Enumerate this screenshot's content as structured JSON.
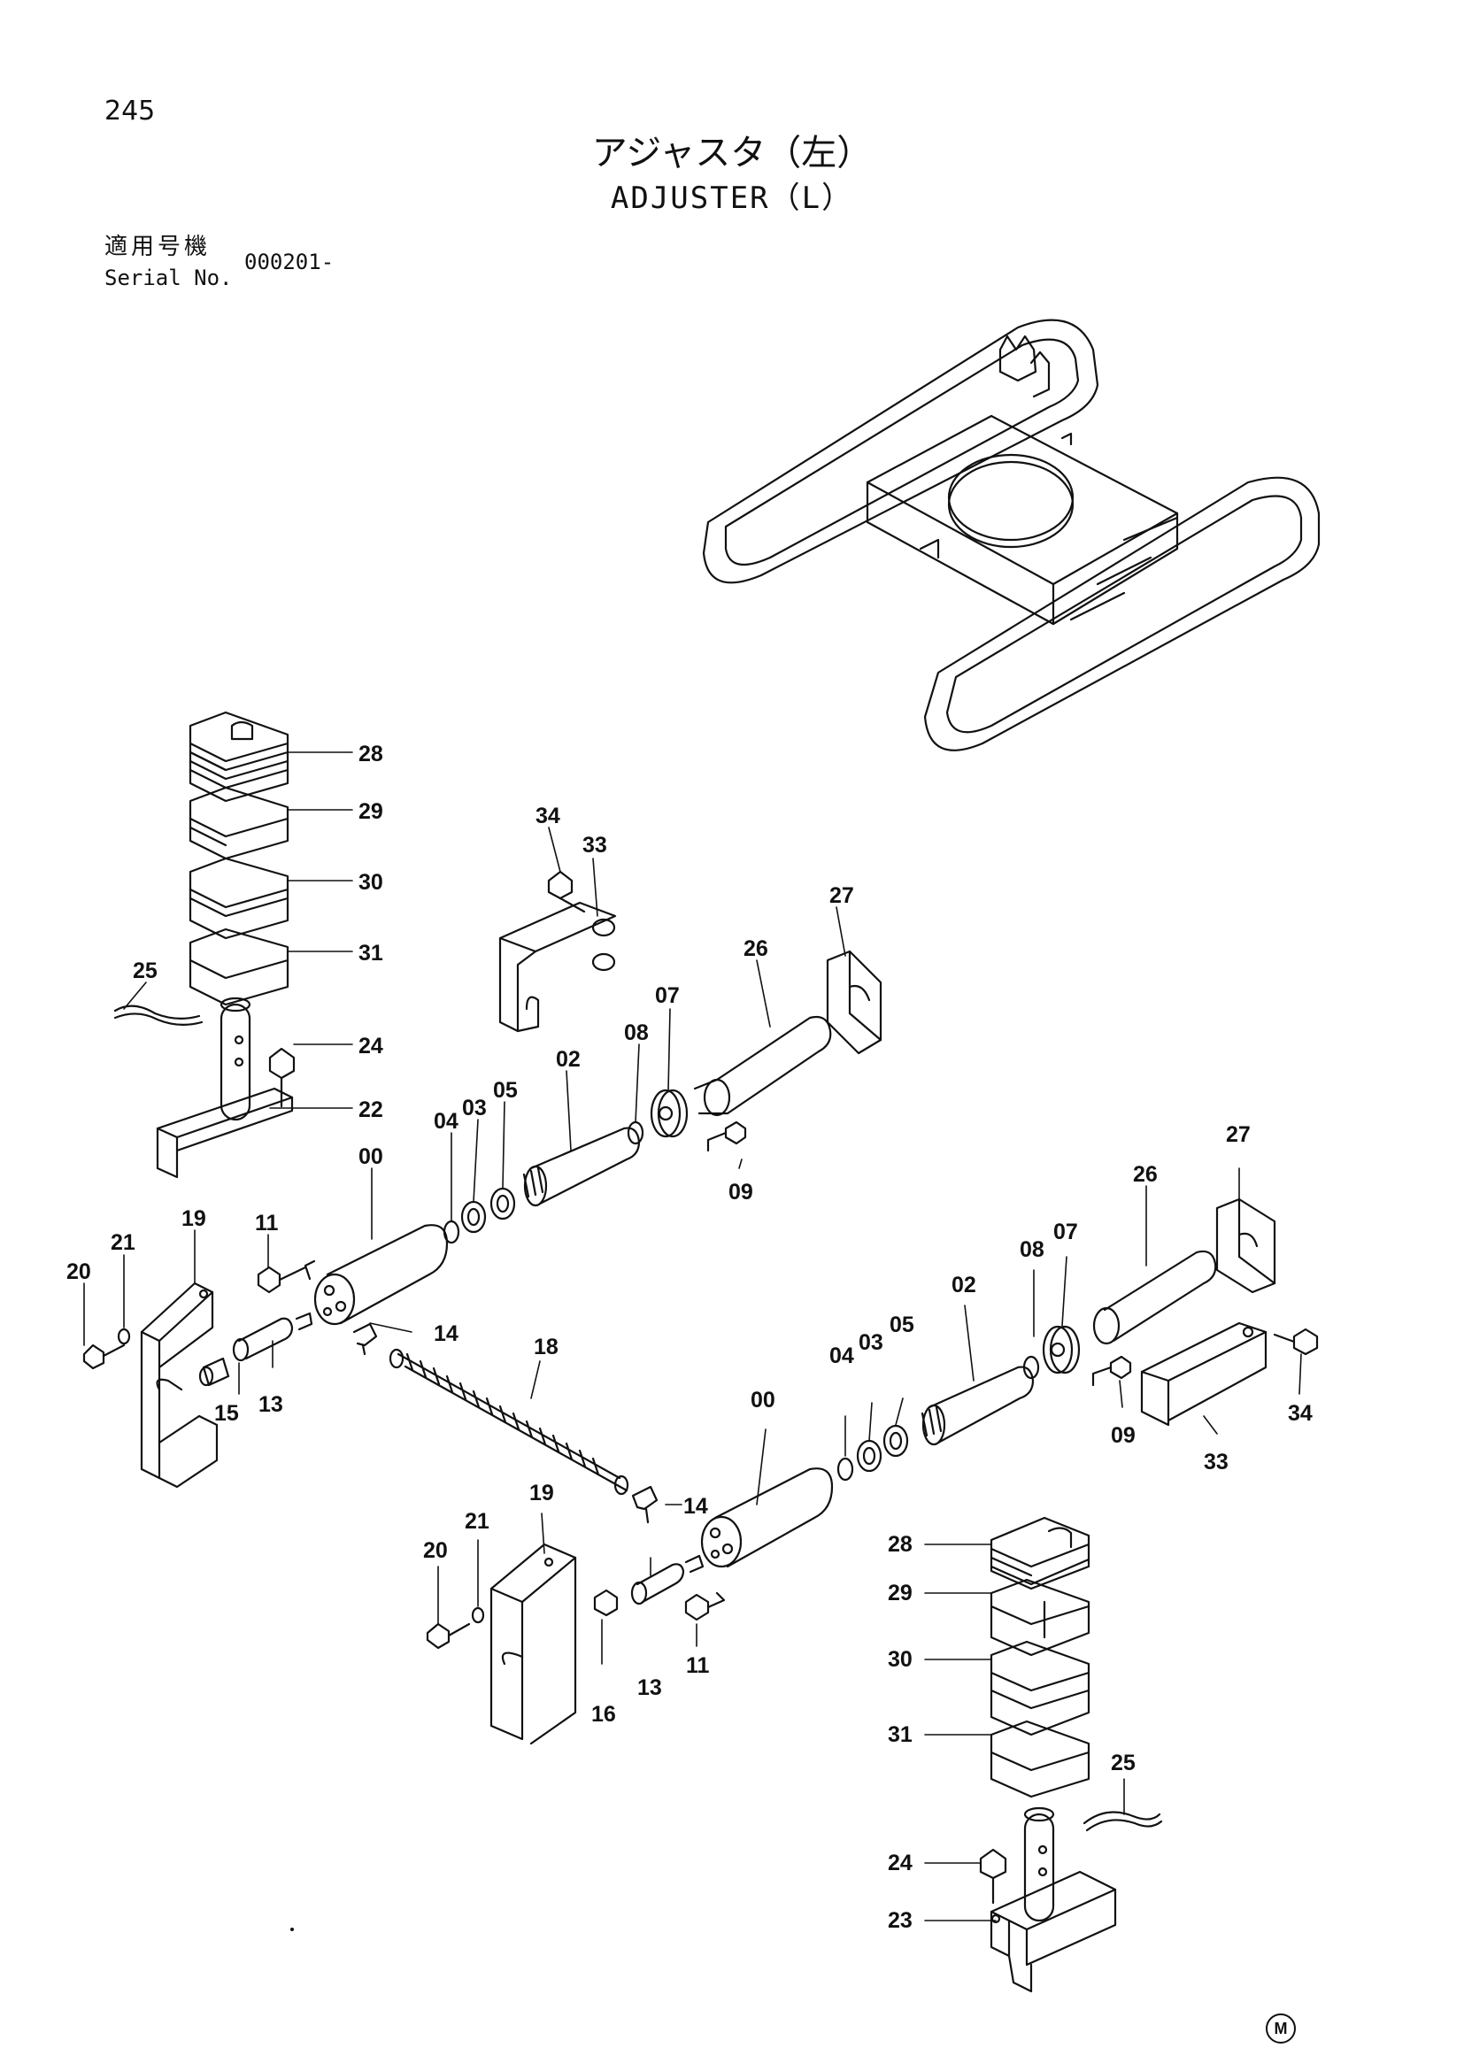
{
  "header": {
    "page_number": "245",
    "title_jp": "アジャスタ（左）",
    "title_en": "ADJUSTER（L）",
    "serial_label_jp": "適用号機",
    "serial_label_en": "Serial No.",
    "serial_value": "000201-"
  },
  "callouts": [
    "28",
    "29",
    "30",
    "31",
    "25",
    "24",
    "22",
    "34",
    "33",
    "27",
    "26",
    "07",
    "08",
    "02",
    "05",
    "03",
    "04",
    "00",
    "09",
    "19",
    "11",
    "21",
    "20",
    "15",
    "13",
    "14",
    "18",
    "16",
    "23"
  ],
  "footer": {
    "mark": "M"
  }
}
